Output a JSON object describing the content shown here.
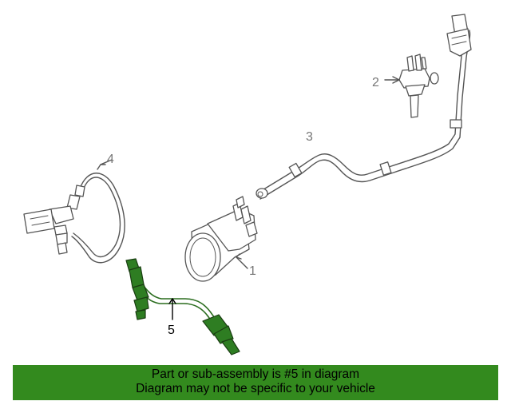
{
  "callouts": {
    "c1": "1",
    "c2": "2",
    "c3": "3",
    "c4": "4",
    "c5": "5"
  },
  "banner": {
    "line1": "Part or sub-assembly is #5 in diagram",
    "line2": "Diagram may not be specific to your vehicle"
  },
  "colors": {
    "highlight": "#2e7d22",
    "banner": "#338a1e",
    "outline": "#555555"
  }
}
